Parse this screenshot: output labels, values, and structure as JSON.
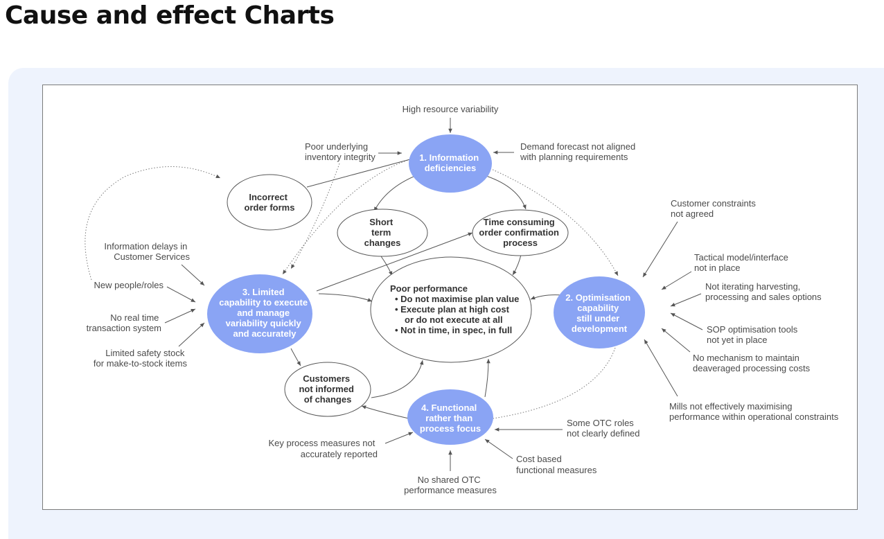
{
  "page": {
    "title": "Cause and effect Charts"
  },
  "colors": {
    "primary_node": "#8aa4f4",
    "panel": "#eef3fd"
  },
  "nodes": {
    "info": [
      "1. Information",
      "deficiencies"
    ],
    "optimisation": [
      "2. Optimisation",
      "capability",
      "still under",
      "development"
    ],
    "limited": [
      "3. Limited",
      "capability to execute",
      "and manage",
      "variability quickly",
      "and accurately"
    ],
    "functional": [
      "4. Functional",
      "rather than",
      "process focus"
    ],
    "incorrect": [
      "Incorrect",
      "order forms"
    ],
    "short_term": [
      "Short",
      "term",
      "changes"
    ],
    "time_consuming": [
      "Time consuming",
      "order confirmation",
      "process"
    ],
    "customers": [
      "Customers",
      "not informed",
      "of changes"
    ],
    "poor_performance": [
      "Poor performance",
      "• Do not maximise plan value",
      "• Execute plan at high cost",
      "or do not execute at all",
      "• Not in time, in spec, in full"
    ]
  },
  "labels": {
    "high_resource": [
      "High resource variability"
    ],
    "poor_underlying": [
      "Poor underlying",
      "inventory integrity"
    ],
    "demand_forecast": [
      "Demand forecast not aligned",
      "with planning requirements"
    ],
    "customer_constraints": [
      "Customer constraints",
      "not agreed"
    ],
    "tactical_model": [
      "Tactical model/interface",
      "not in place"
    ],
    "not_iterating": [
      "Not iterating harvesting,",
      "processing and sales options"
    ],
    "sop_tools": [
      "SOP optimisation tools",
      "not yet in place"
    ],
    "no_mechanism": [
      "No mechanism to maintain",
      "deaveraged processing costs"
    ],
    "mills": [
      "Mills not effectively maximising",
      "performance within operational constraints"
    ],
    "info_delays": [
      "Information delays in",
      "Customer Services"
    ],
    "new_people": [
      "New people/roles"
    ],
    "no_real_time": [
      "No real time",
      "transaction system"
    ],
    "limited_safety": [
      "Limited safety stock",
      "for make-to-stock items"
    ],
    "key_process": [
      "Key process measures not",
      "accurately reported"
    ],
    "no_shared": [
      "No shared OTC",
      "performance measures"
    ],
    "otc_roles": [
      "Some OTC roles",
      "not clearly defined"
    ],
    "cost_based": [
      "Cost based",
      "functional measures"
    ]
  }
}
